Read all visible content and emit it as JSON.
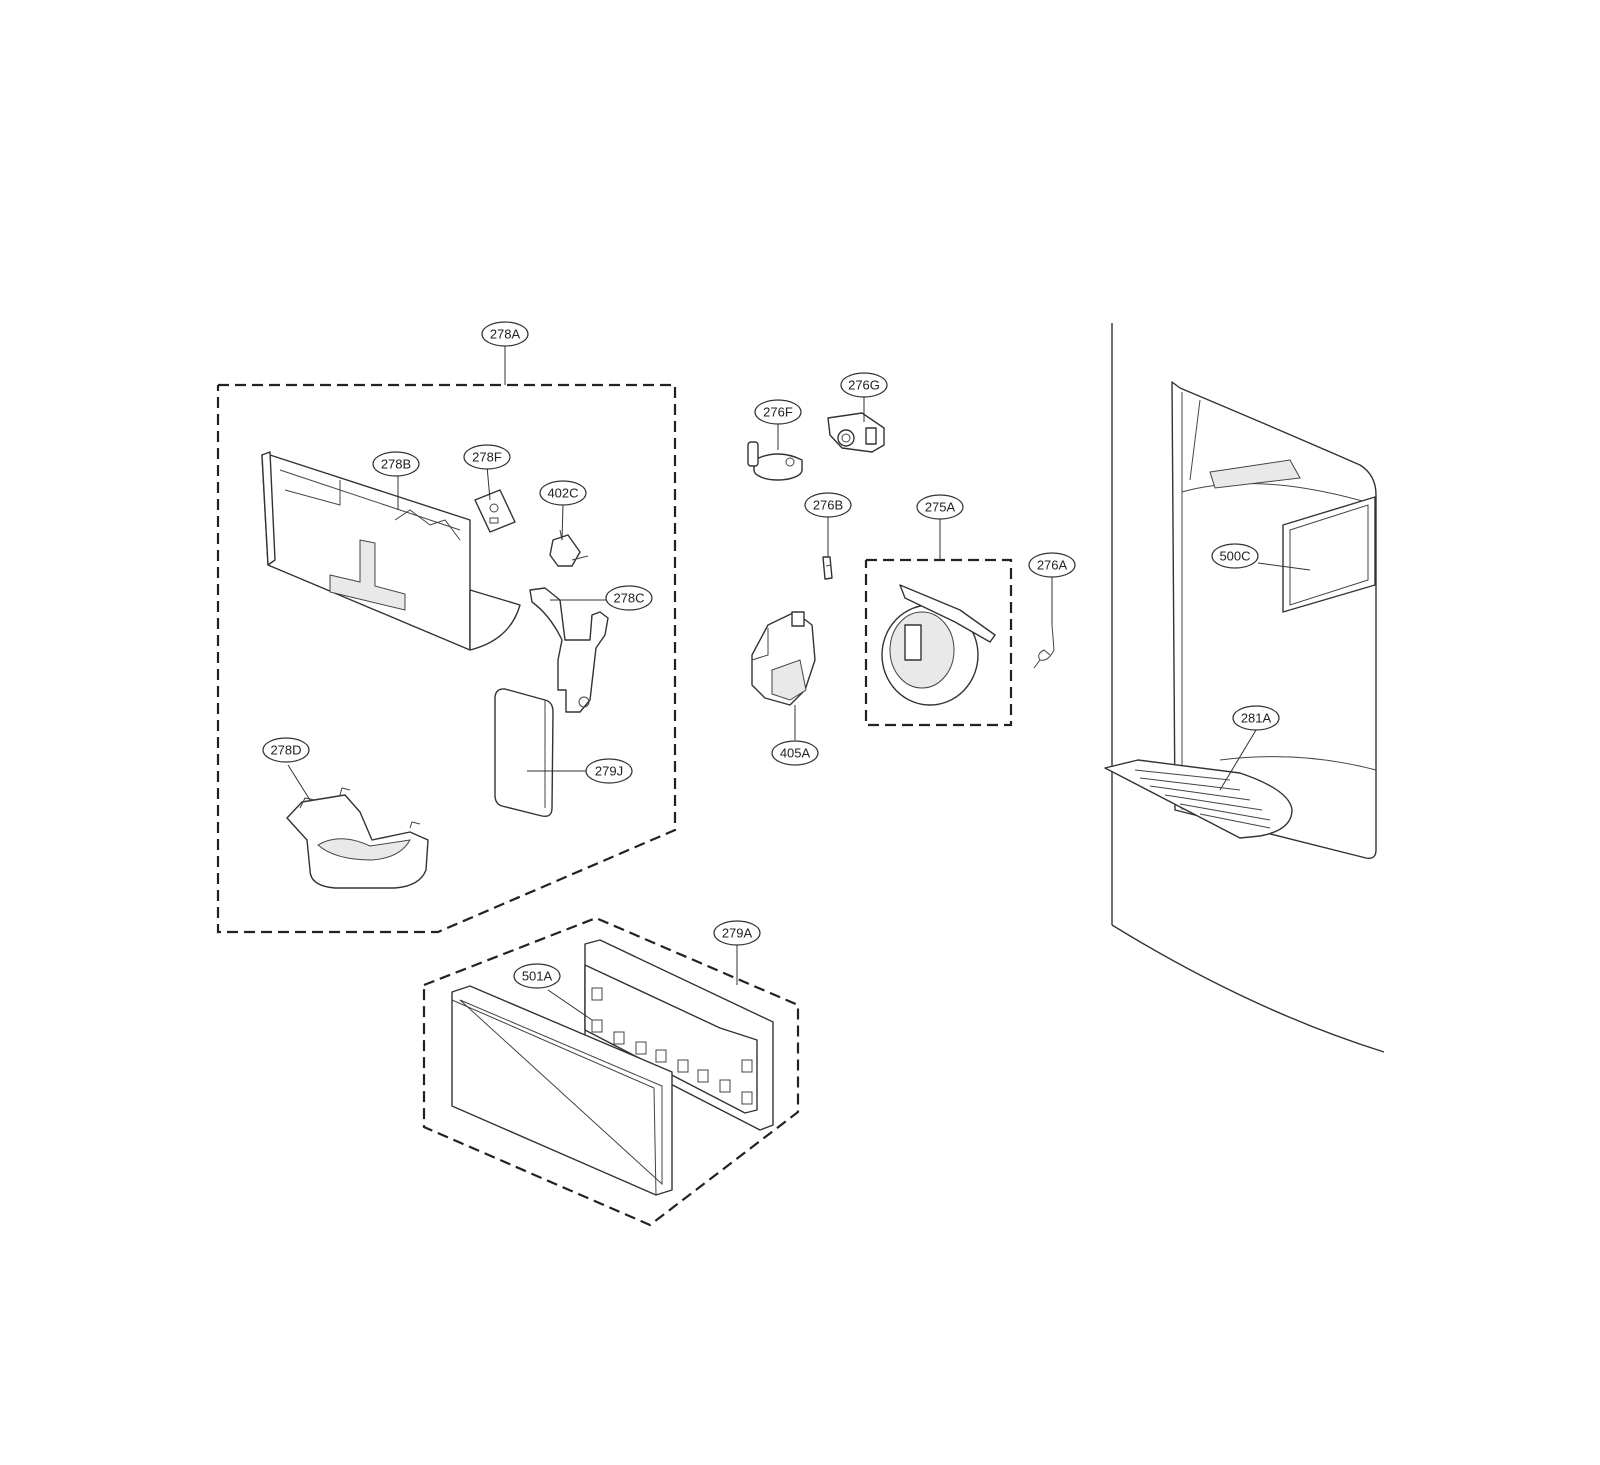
{
  "labels": {
    "l278A": "278A",
    "l278B": "278B",
    "l278F": "278F",
    "l402C": "402C",
    "l278C": "278C",
    "l278D": "278D",
    "l279J": "279J",
    "l276F": "276F",
    "l276G": "276G",
    "l276B": "276B",
    "l275A": "275A",
    "l276A": "276A",
    "l405A": "405A",
    "l500C": "500C",
    "l281A": "281A",
    "l279A": "279A",
    "l501A": "501A"
  }
}
